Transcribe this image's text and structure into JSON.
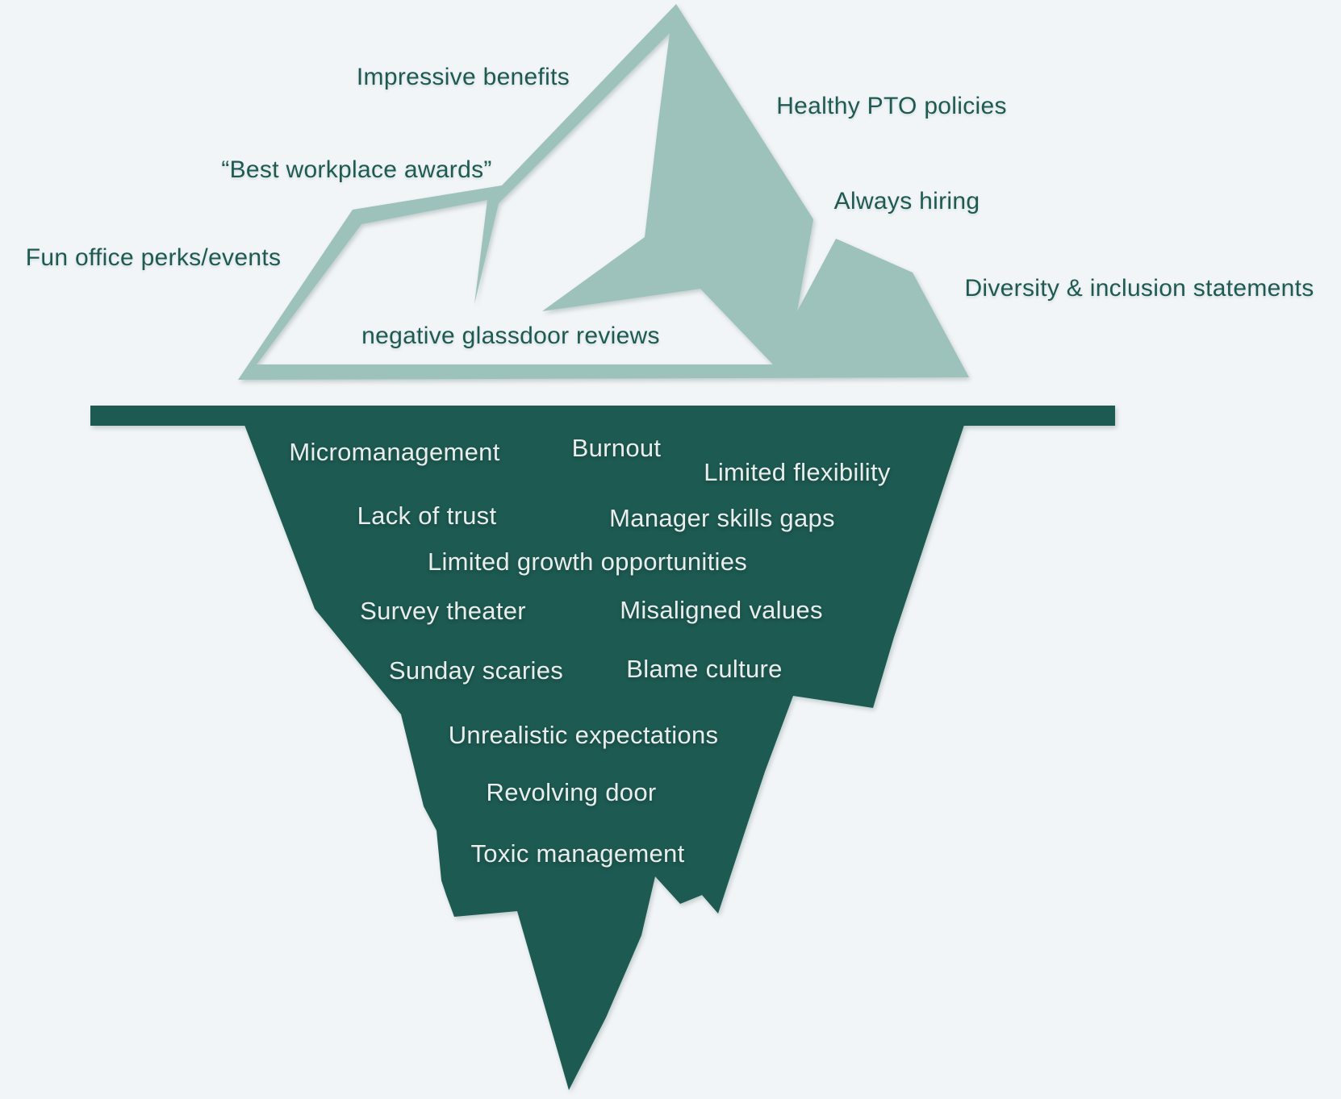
{
  "colors": {
    "background": "#f2f5f7",
    "iceberg_above_water": "#9cc2bb",
    "iceberg_below_water": "#1d5a52",
    "waterline": "#1d5a52",
    "label_above_color": "#1e5a52",
    "label_below_color": "#e9edec"
  },
  "above_water": {
    "items": [
      {
        "id": "impressive-benefits",
        "label": "Impressive benefits"
      },
      {
        "id": "healthy-pto-policies",
        "label": "Healthy PTO policies"
      },
      {
        "id": "best-workplace-awards",
        "label": "“Best workplace awards”"
      },
      {
        "id": "always-hiring",
        "label": "Always hiring"
      },
      {
        "id": "fun-office-perks-events",
        "label": "Fun office perks/events"
      },
      {
        "id": "diversity-inclusion-statements",
        "label": "Diversity & inclusion statements"
      },
      {
        "id": "negative-glassdoor-reviews",
        "label": "negative glassdoor reviews"
      }
    ]
  },
  "below_water": {
    "items": [
      {
        "id": "micromanagement",
        "label": "Micromanagement"
      },
      {
        "id": "burnout",
        "label": "Burnout"
      },
      {
        "id": "limited-flexibility",
        "label": "Limited flexibility"
      },
      {
        "id": "lack-of-trust",
        "label": "Lack of trust"
      },
      {
        "id": "manager-skills-gaps",
        "label": "Manager skills gaps"
      },
      {
        "id": "limited-growth-opportunities",
        "label": "Limited growth opportunities"
      },
      {
        "id": "survey-theater",
        "label": "Survey theater"
      },
      {
        "id": "misaligned-values",
        "label": "Misaligned values"
      },
      {
        "id": "sunday-scaries",
        "label": "Sunday scaries"
      },
      {
        "id": "blame-culture",
        "label": "Blame culture"
      },
      {
        "id": "unrealistic-expectations",
        "label": "Unrealistic expectations"
      },
      {
        "id": "revolving-door",
        "label": "Revolving door"
      },
      {
        "id": "toxic-management",
        "label": "Toxic management"
      }
    ]
  }
}
